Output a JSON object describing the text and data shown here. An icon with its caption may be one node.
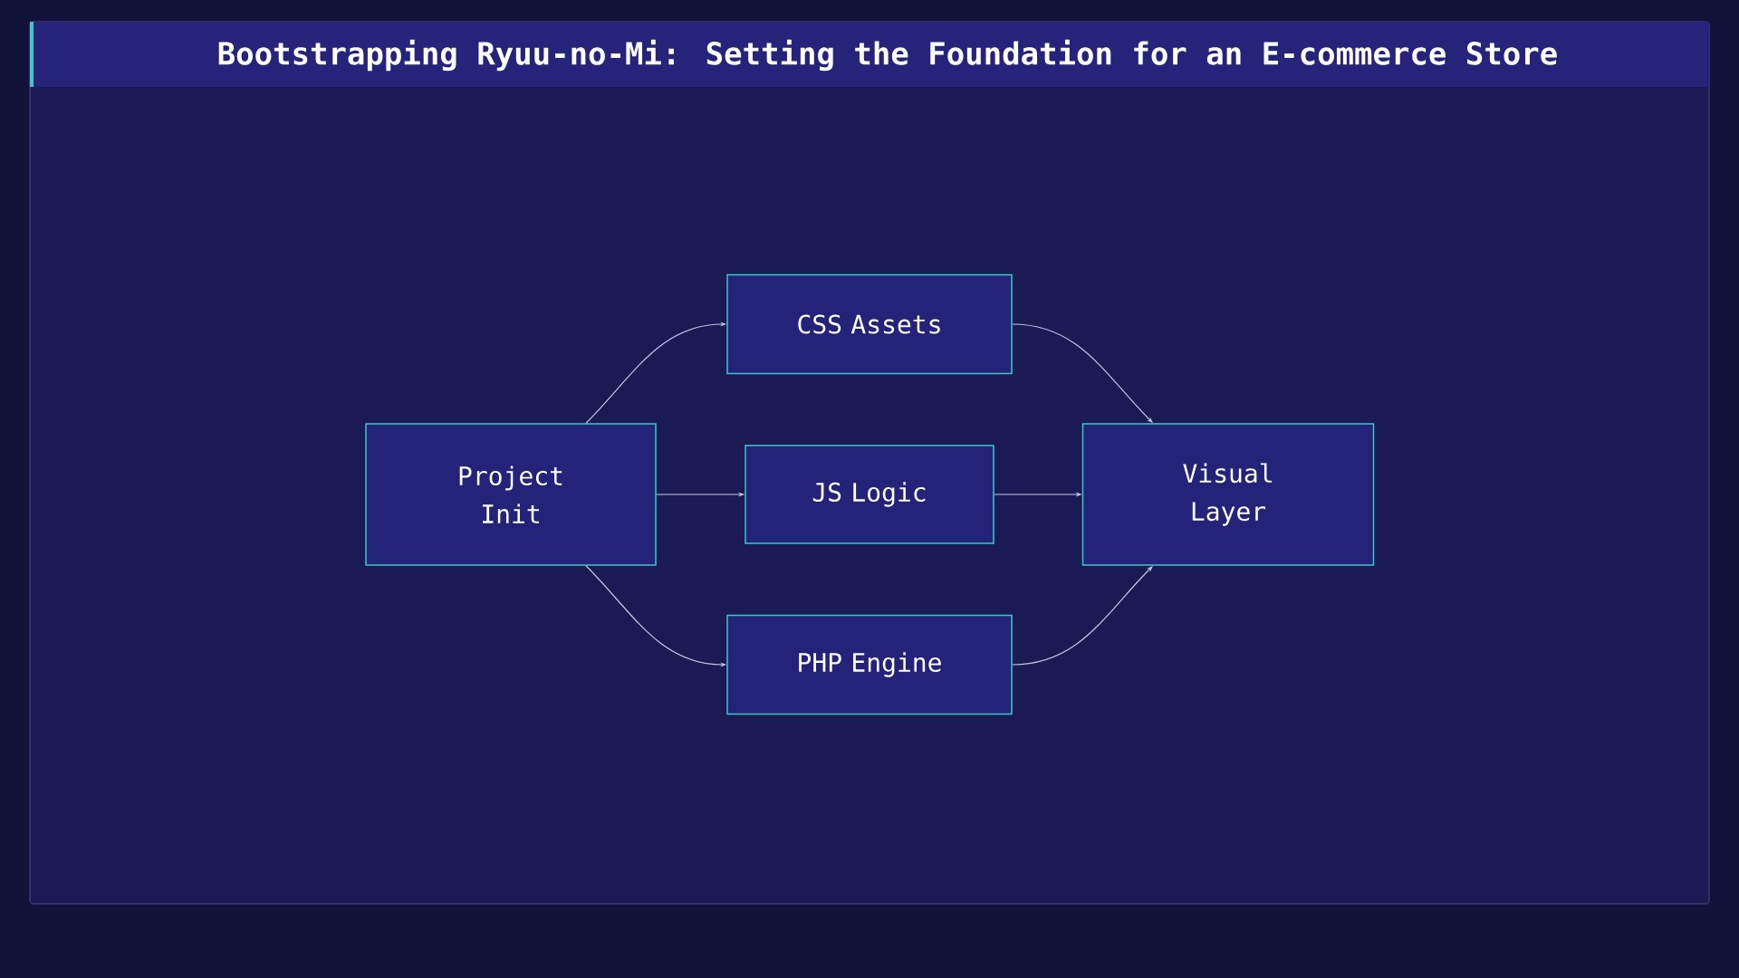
{
  "diagram": {
    "title": "Bootstrapping Ryuu-no-Mi: Setting the Foundation for an E-commerce Store",
    "nodes": [
      {
        "text": [
          "Project Init"
        ]
      },
      {
        "text": [
          "CSS Assets"
        ]
      },
      {
        "text": [
          "JS Logic"
        ]
      },
      {
        "text": [
          "PHP Engine"
        ]
      },
      {
        "text": [
          "Visual Layer"
        ]
      }
    ],
    "edges": [
      {
        "from": 0,
        "to": 1,
        "arrow": "to"
      },
      {
        "from": 0,
        "to": 2,
        "arrow": "to"
      },
      {
        "from": 0,
        "to": 3,
        "arrow": "to"
      },
      {
        "from": 1,
        "to": 4,
        "arrow": "to"
      },
      {
        "from": 2,
        "to": 4,
        "arrow": "to"
      },
      {
        "from": 3,
        "to": 4,
        "arrow": "to"
      }
    ]
  }
}
